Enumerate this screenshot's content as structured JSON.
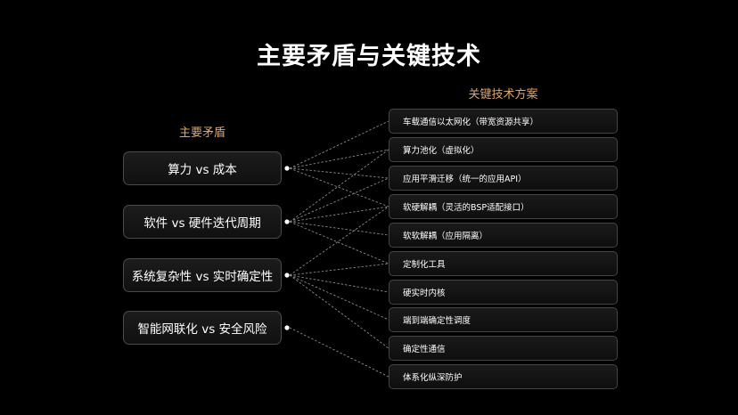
{
  "title": "主要矛盾与关键技术",
  "left_header": "主要矛盾",
  "right_header": "关键技术方案",
  "conflicts": [
    "算力 vs 成本",
    "软件 vs 硬件迭代周期",
    "系统复杂性 vs 实时确定性",
    "智能网联化 vs 安全风险"
  ],
  "solutions": [
    "车载通信以太网化（带宽资源共享）",
    "算力池化（虚拟化）",
    "应用平滑迁移（统一的应用API）",
    "软硬解耦（灵活的BSP适配接口）",
    "软软解耦（应用隔离）",
    "定制化工具",
    "硬实时内核",
    "端到端确定性调度",
    "确定性通信",
    "体系化纵深防护"
  ],
  "links": [
    [
      0,
      0
    ],
    [
      0,
      1
    ],
    [
      0,
      2
    ],
    [
      0,
      3
    ],
    [
      1,
      1
    ],
    [
      1,
      2
    ],
    [
      1,
      3
    ],
    [
      1,
      4
    ],
    [
      1,
      5
    ],
    [
      2,
      3
    ],
    [
      2,
      5
    ],
    [
      2,
      6
    ],
    [
      2,
      7
    ],
    [
      2,
      8
    ],
    [
      3,
      9
    ]
  ],
  "colors": {
    "background": "#000000",
    "accent": "#e0a46a",
    "connector": "#8a8a8a"
  }
}
